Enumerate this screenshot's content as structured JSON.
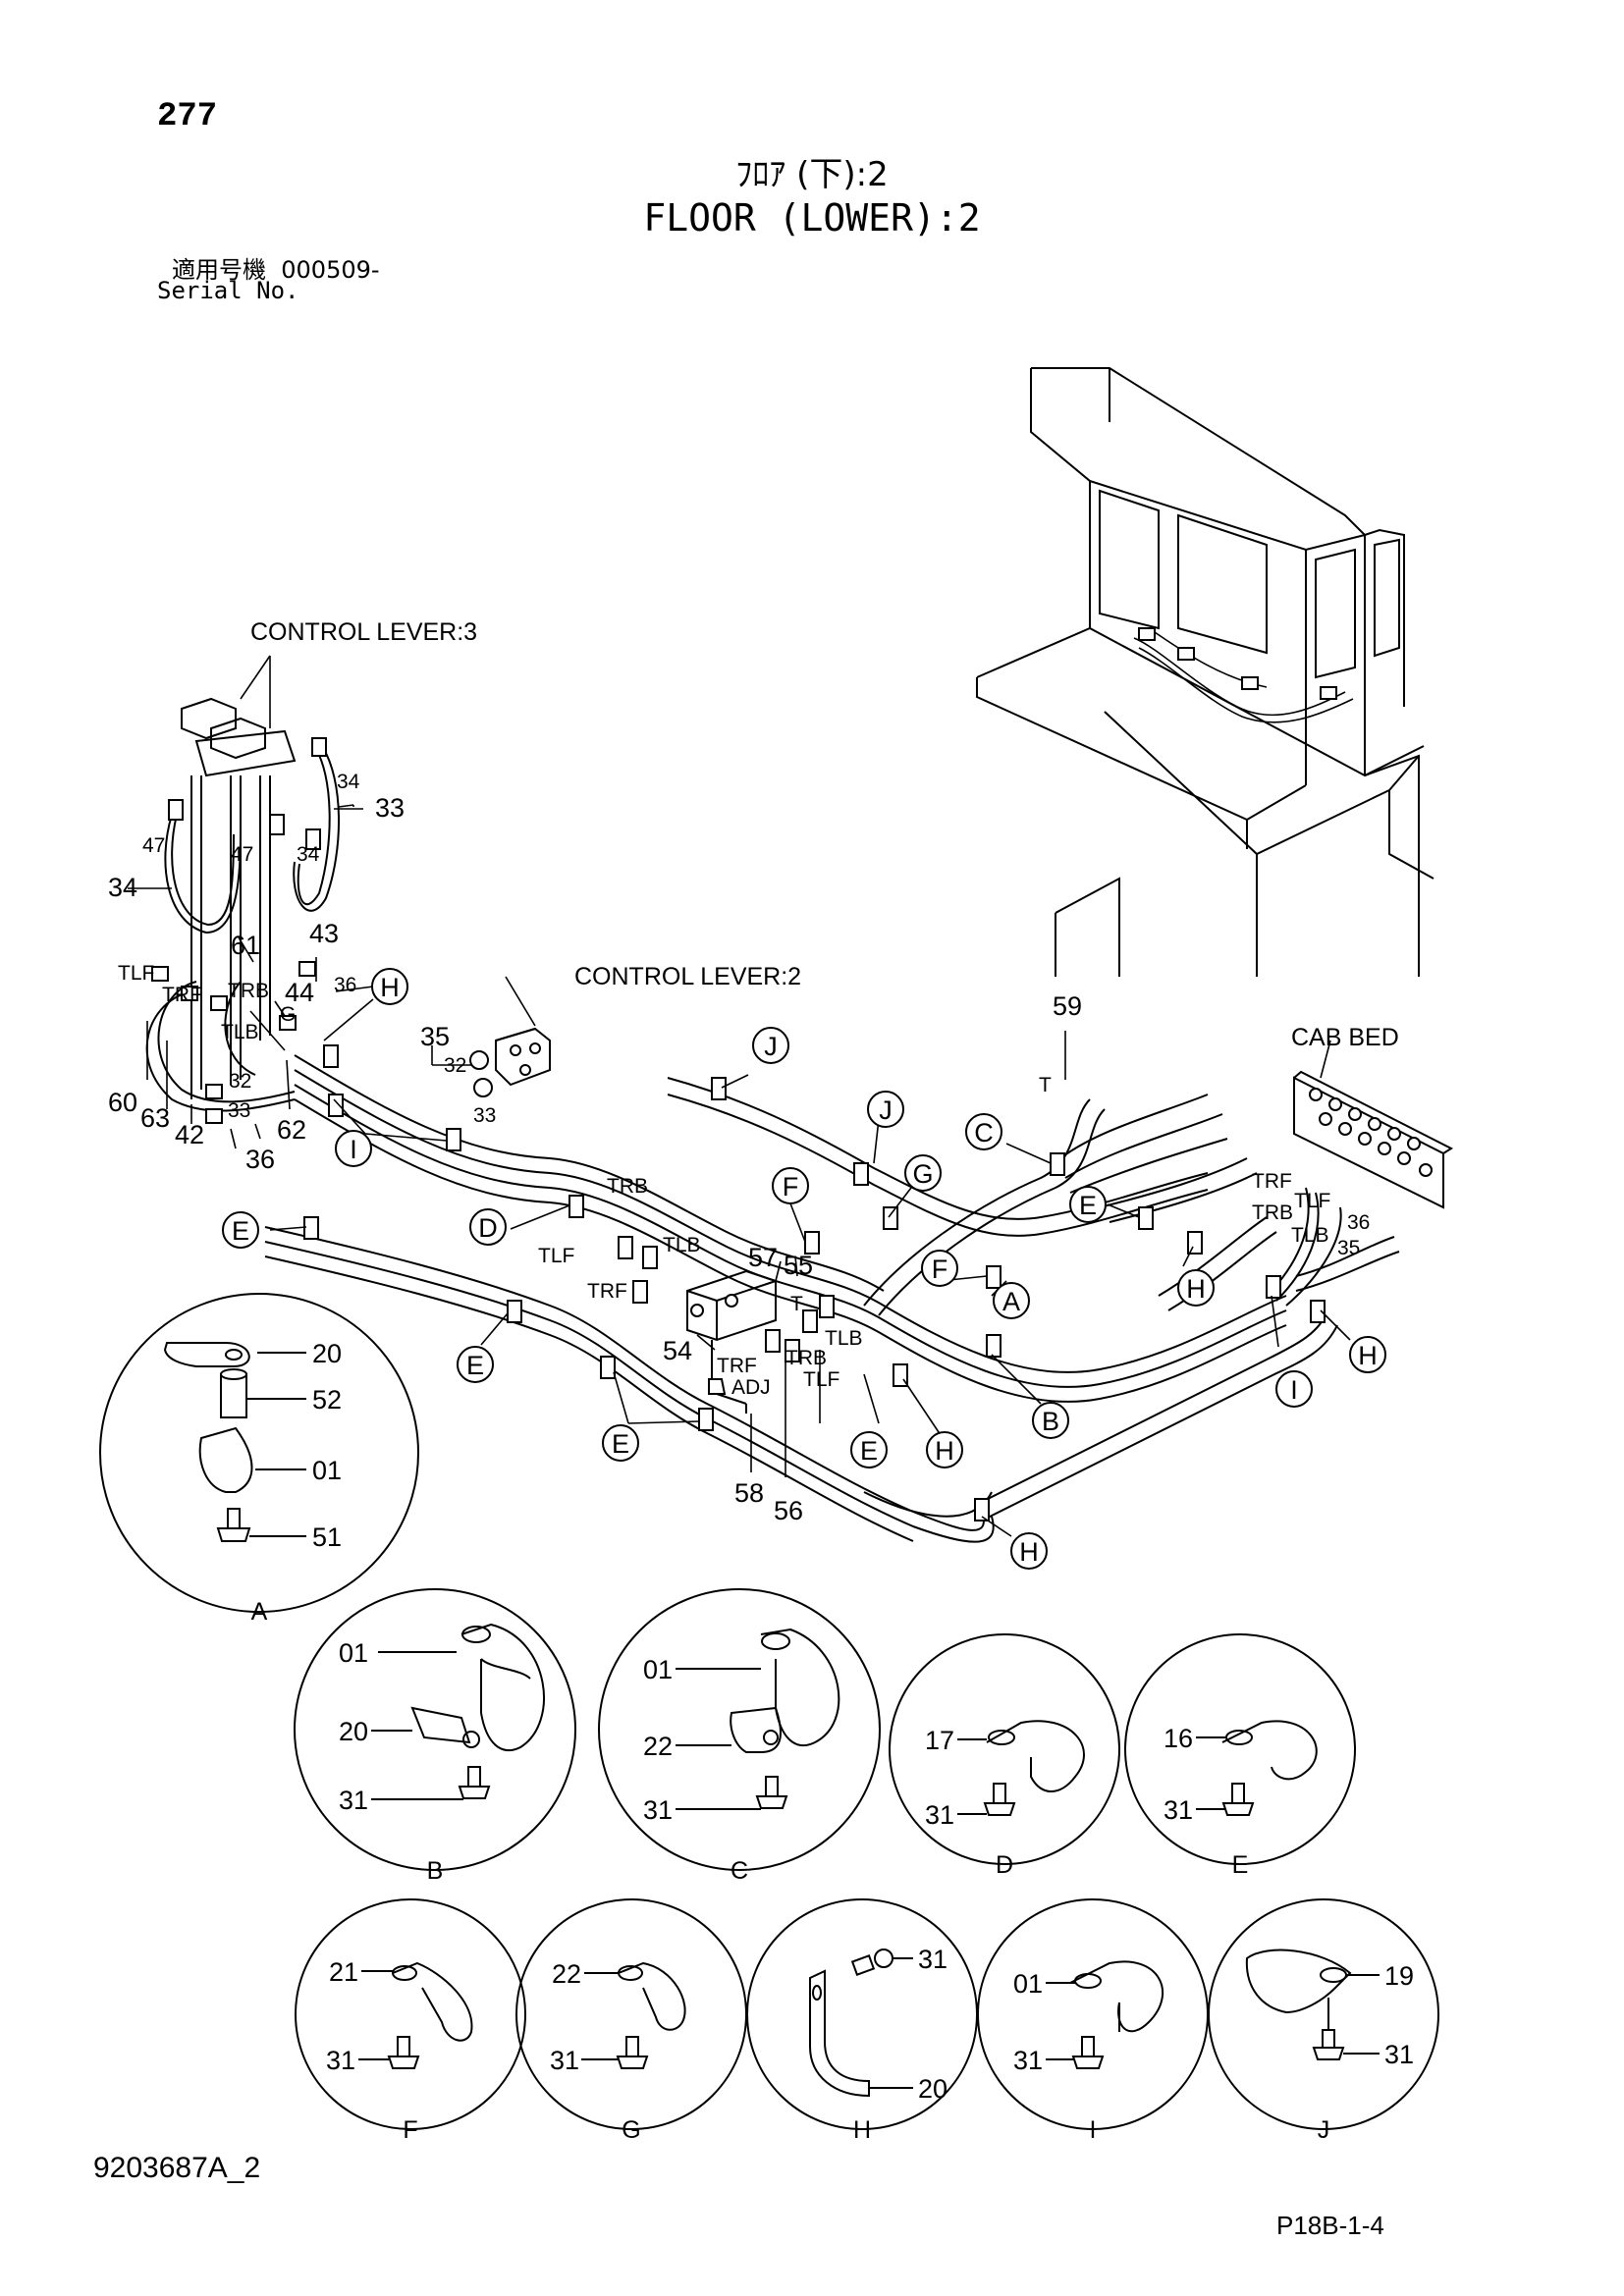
{
  "page": {
    "number": "277",
    "title_jp": "ﾌﾛｱ (下):2",
    "title_en": "FLOOR (LOWER):2",
    "serial_label_jp": "適用号機",
    "serial_value": "000509-",
    "serial_label_en": "Serial No.",
    "doc_number": "9203687A_2",
    "page_ref": "P18B-1-4"
  },
  "callouts": {
    "control_lever_3": "CONTROL LEVER:3",
    "control_lever_2": "CONTROL LEVER:2",
    "cab_bed": "CAB BED"
  },
  "part_labels": {
    "p33": "33",
    "p34": "34",
    "p34b": "34",
    "p34c": "34",
    "p47": "47",
    "p47b": "47",
    "p43": "43",
    "p61": "61",
    "p44": "44",
    "p36": "36",
    "p36b": "36",
    "p36c": "36",
    "p35": "35",
    "p35b": "35",
    "p32": "32",
    "p32b": "32",
    "p33b": "33",
    "p33c": "33",
    "p60": "60",
    "p63": "63",
    "p42": "42",
    "p62": "62",
    "p59": "59",
    "p57": "57",
    "p55": "55",
    "p54": "54",
    "p58": "58",
    "p56": "56",
    "tlf1": "TLF",
    "trf1": "TRF",
    "trb1": "TRB",
    "tlb1": "TLB",
    "g1": "G",
    "trb2": "TRB",
    "tlb2": "TLB",
    "tlf2": "TLF",
    "trf2": "TRF",
    "trf3": "TRF",
    "trb3": "TRB",
    "tlb3": "TLB",
    "tlf3": "TLF",
    "adj": "ADJ",
    "t1": "T",
    "t2": "T",
    "trf4": "TRF",
    "tlf4": "TLF",
    "trb4": "TRB",
    "tlb4": "TLB"
  },
  "circle_labels": {
    "H": "H",
    "I": "I",
    "J": "J",
    "C": "C",
    "G": "G",
    "F": "F",
    "E": "E",
    "D": "D",
    "A": "A",
    "B": "B"
  },
  "details": {
    "A": {
      "letter": "A",
      "parts": [
        "20",
        "52",
        "01",
        "51"
      ]
    },
    "B": {
      "letter": "B",
      "parts": [
        "01",
        "20",
        "31"
      ]
    },
    "C": {
      "letter": "C",
      "parts": [
        "01",
        "22",
        "31"
      ]
    },
    "D": {
      "letter": "D",
      "parts": [
        "17",
        "31"
      ]
    },
    "E": {
      "letter": "E",
      "parts": [
        "16",
        "31"
      ]
    },
    "F": {
      "letter": "F",
      "parts": [
        "21",
        "31"
      ]
    },
    "G": {
      "letter": "G",
      "parts": [
        "22",
        "31"
      ]
    },
    "H": {
      "letter": "H",
      "parts": [
        "31",
        "20"
      ]
    },
    "I": {
      "letter": "I",
      "parts": [
        "01",
        "31"
      ]
    },
    "J": {
      "letter": "J",
      "parts": [
        "19",
        "31"
      ]
    }
  }
}
